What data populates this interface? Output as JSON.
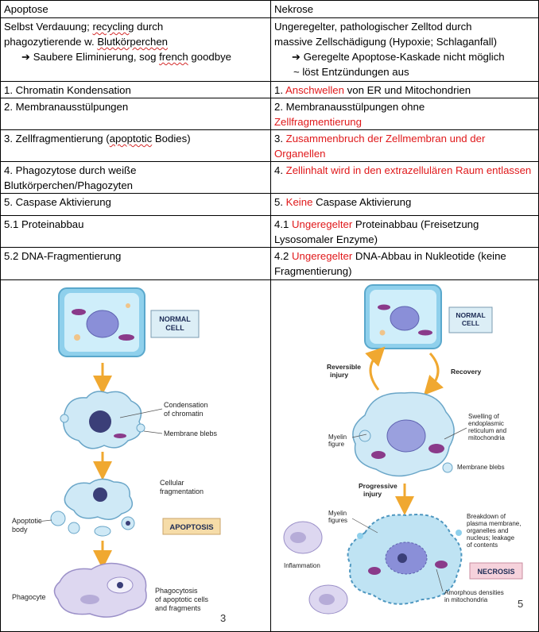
{
  "header": {
    "left": "Apoptose",
    "right": "Nekrose"
  },
  "definition": {
    "left_line1_pre": "Selbst Verdauung; ",
    "left_line1_squig": "recycling",
    "left_line1_post": " durch",
    "left_line2_pre": "phagozytierende w. ",
    "left_line2_squig": "Blutkörperchen",
    "left_arrow_pre": "Saubere Eliminierung, sog ",
    "left_arrow_squig": "french",
    "left_arrow_post": " goodbye",
    "right_line1": "Ungeregelter, pathologischer Zelltod durch",
    "right_line2": "massive Zellschädigung (Hypoxie; Schlaganfall)",
    "right_arrow": "Geregelte Apoptose-Kaskade nicht möglich",
    "right_tilde": "~ löst Entzündungen aus",
    "arrow_glyph": "➔"
  },
  "rows": [
    {
      "left": "1. Chromatin Kondensation",
      "right_pre": "1. ",
      "right_red": "Anschwellen",
      "right_post": " von ER und Mitochondrien"
    },
    {
      "left": "2. Membranausstülpungen",
      "right_pre": "2. Membranausstülpungen ohne",
      "right_red": "Zellfragmentierung",
      "right_post": ""
    },
    {
      "left_pre": "3. Zellfragmentierung (",
      "left_squig": "apoptotic",
      "left_post": " Bodies)",
      "right_pre": "3. ",
      "right_red": "Zusammenbruch der Zellmembran und der Organellen",
      "right_post": ""
    },
    {
      "left": "4. Phagozytose durch weiße Blutkörperchen/Phagozyten",
      "right_pre": "4. ",
      "right_red": "Zellinhalt wird in den extrazellulären Raum entlassen",
      "right_post": ""
    },
    {
      "left": "5. Caspase Aktivierung",
      "right_pre": "5. ",
      "right_red": "Keine",
      "right_post": " Caspase Aktivierung"
    },
    {
      "left": "5.1 Proteinabbau",
      "right_pre": "4.1 ",
      "right_red": "Ungeregelter",
      "right_post": " Proteinabbau (Freisetzung Lysosomaler Enzyme)"
    },
    {
      "left": "5.2 DNA-Fragmentierung",
      "right_pre": "4.2 ",
      "right_red": "Ungeregelter",
      "right_post": " DNA-Abbau in Nukleotide (keine Fragmentierung)"
    }
  ],
  "figure_left": {
    "normal_cell": "NORMAL\nCELL",
    "condensation": "Condensation\nof chromatin",
    "membrane_blebs": "Membrane blebs",
    "cellular_fragmentation": "Cellular\nfragmentation",
    "apoptotic_body": "Apoptotic\nbody",
    "apoptosis": "APOPTOSIS",
    "phagocyte": "Phagocyte",
    "phagocytosis": "Phagocytosis\nof apoptotic cells\nand fragments",
    "page_number": "3"
  },
  "figure_right": {
    "normal_cell": "NORMAL\nCELL",
    "reversible_injury": "Reversible\ninjury",
    "recovery": "Recovery",
    "swelling": "Swelling of\nendoplasmic\nreticulum and\nmitochondria",
    "myelin_figure": "Myelin\nfigure",
    "membrane_blebs": "Membrane blebs",
    "progressive_injury": "Progressive\ninjury",
    "myelin_figures": "Myelin\nfigures",
    "breakdown": "Breakdown of\nplasma membrane,\norganelles and\nnucleus; leakage\nof contents",
    "inflammation": "Inflammation",
    "necrosis": "NECROSIS",
    "amorphous": "Amorphous densities\nin mitochondria",
    "page_number": "5"
  },
  "colors": {
    "red_text": "#e0191b",
    "cell_box": "#7fc6e6",
    "label_box_apoptosis": "#f6dca8",
    "label_box_necrosis": "#f6d2dc",
    "arrow": "#f0a830",
    "nucleus": "#8a8fd8",
    "mitochondria": "#8a3a8a"
  }
}
